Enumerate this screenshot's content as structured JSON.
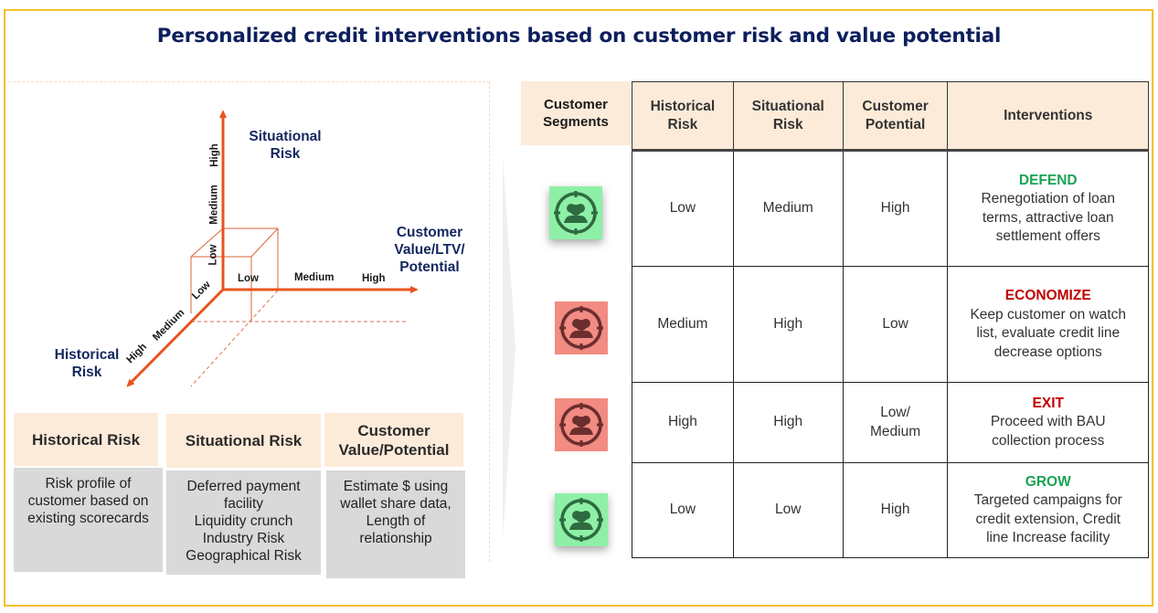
{
  "title": "Personalized credit interventions based on customer risk and value potential",
  "colors": {
    "frame": "#f2c12e",
    "title": "#0d1f5c",
    "axis": "#e8541e",
    "header_bg": "#fdebd9",
    "body_bg": "#d9d9d9",
    "defend_grow": "#1aa354",
    "economize_exit": "#c00000",
    "icon_green_bg": "#8ef0a6",
    "icon_red_bg": "#f28b82"
  },
  "diagram": {
    "y_axis": {
      "title_line1": "Situational",
      "title_line2": "Risk",
      "ticks": [
        "Low",
        "Medium",
        "High"
      ]
    },
    "x_axis": {
      "title_line1": "Customer",
      "title_line2": "Value/LTV/",
      "title_line3": "Potential",
      "ticks": [
        "Low",
        "Medium",
        "High"
      ]
    },
    "z_axis": {
      "title_line1": "Historical",
      "title_line2": "Risk",
      "ticks": [
        "Low",
        "Medium",
        "High"
      ]
    }
  },
  "definitions": [
    {
      "header": "Historical Risk",
      "body": [
        "Risk profile of",
        "customer based on",
        "existing scorecards"
      ]
    },
    {
      "header": "Situational  Risk",
      "body": [
        "Deferred payment",
        "facility",
        "Liquidity crunch",
        "Industry Risk",
        "Geographical Risk"
      ]
    },
    {
      "header_line1": "Customer",
      "header_line2": "Value/Potential",
      "body": [
        "Estimate $ using",
        "wallet share data,",
        "Length of",
        "relationship"
      ]
    }
  ],
  "matrix": {
    "segment_header_line1": "Customer",
    "segment_header_line2": "Segments",
    "columns": [
      {
        "line1": "Historical",
        "line2": "Risk"
      },
      {
        "line1": "Situational",
        "line2": "Risk"
      },
      {
        "line1": "Customer",
        "line2": "Potential"
      },
      {
        "line1": "Interventions"
      }
    ],
    "rows": [
      {
        "segment_icon": "target-customer-green-icon",
        "historical": "Low",
        "situational": "Medium",
        "potential": "High",
        "intervention": "DEFEND",
        "intervention_color": "#1aa354",
        "text": [
          "Renegotiation of loan",
          "terms, attractive loan",
          "settlement offers"
        ]
      },
      {
        "segment_icon": "target-customer-red-icon",
        "historical": "Medium",
        "situational": "High",
        "potential": "Low",
        "intervention": "ECONOMIZE",
        "intervention_color": "#c00000",
        "text": [
          "Keep customer on watch",
          "list, evaluate credit line",
          "decrease options"
        ]
      },
      {
        "segment_icon": "target-customer-red-icon",
        "historical": "High",
        "situational": "High",
        "potential_line1": "Low/",
        "potential_line2": "Medium",
        "intervention": "EXIT",
        "intervention_color": "#c00000",
        "text": [
          "Proceed with BAU",
          "collection process"
        ]
      },
      {
        "segment_icon": "target-customer-green-icon",
        "historical": "Low",
        "situational": "Low",
        "potential": "High",
        "intervention": "GROW",
        "intervention_color": "#1aa354",
        "text": [
          "Targeted campaigns for",
          "credit extension, Credit",
          "line Increase facility"
        ]
      }
    ]
  }
}
